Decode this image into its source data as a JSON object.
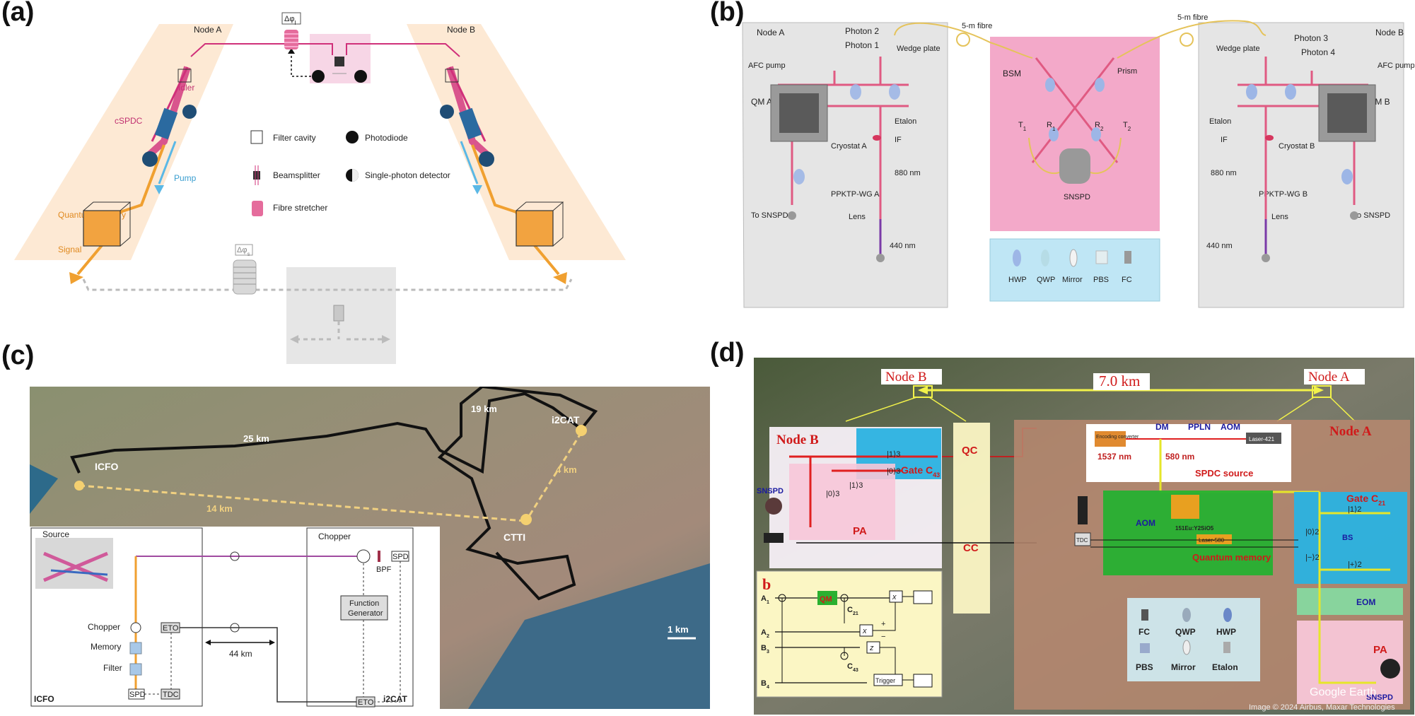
{
  "panel_labels": {
    "a": "(a)",
    "b": "(b)",
    "c": "(c)",
    "d": "(d)"
  },
  "a": {
    "node_a": "Node A",
    "node_b": "Node B",
    "idler": "Idler",
    "cspdc": "cSPDC",
    "pump": "Pump",
    "quantum_memory": "Quantum memory",
    "signal": "Signal",
    "phase_top": "Δφ",
    "phase_top_sub": "I",
    "phase_bottom": "Δφ",
    "phase_bottom_sub": "s",
    "legend": {
      "filter_cavity": "Filter cavity",
      "beamsplitter": "Beamsplitter",
      "fibre_stretcher": "Fibre stretcher",
      "photodiode": "Photodiode",
      "spd": "Single-photon detector"
    }
  },
  "b": {
    "node_a": "Node A",
    "node_b": "Node B",
    "photon1": "Photon 1",
    "photon2": "Photon 2",
    "photon3": "Photon 3",
    "photon4": "Photon 4",
    "wedge_a": "Wedge plate",
    "wedge_b": "Wedge plate",
    "afc_a": "AFC pump",
    "afc_b": "AFC pump",
    "qm_a": "QM A",
    "qm_b": "QM B",
    "cryo_a": "Cryostat A",
    "cryo_b": "Cryostat B",
    "etalon_a": "Etalon",
    "etalon_b": "Etalon",
    "if_a": "IF",
    "if_b": "IF",
    "nm880_a": "880 nm",
    "nm880_b": "880 nm",
    "ppktp_a": "PPKTP-WG A",
    "ppktp_b": "PPKTP-WG B",
    "lens_a": "Lens",
    "lens_b": "Lens",
    "nm440_a": "440 nm",
    "nm440_b": "440 nm",
    "to_snspd_a": "To SNSPD",
    "to_snspd_b": "to SNSPD",
    "fibre_left": "5-m fibre",
    "fibre_right": "5-m fibre",
    "bsm": "BSM",
    "prism": "Prism",
    "snspd": "SNSPD",
    "t1": "T",
    "t1s": "1",
    "r1": "R",
    "r1s": "1",
    "r2": "R",
    "r2s": "2",
    "t2": "T",
    "t2s": "2",
    "legend": {
      "hwp": "HWP",
      "qwp": "QWP",
      "mirror": "Mirror",
      "pbs": "PBS",
      "fc": "FC"
    }
  },
  "c": {
    "icfo": "ICFO",
    "i2cat": "i2CAT",
    "ctti": "CTTI",
    "km25": "25 km",
    "km19": "19 km",
    "km4": "4 km",
    "km14": "14 km",
    "scale": "1 km",
    "source": "Source",
    "chopper_left": "Chopper",
    "memory": "Memory",
    "filter": "Filter",
    "spd_left": "SPD",
    "tdc": "TDC",
    "eto_left": "ETO",
    "eto_right": "ETO",
    "distance": "44 km",
    "chopper_right": "Chopper",
    "bpf": "BPF",
    "spd_right": "SPD",
    "function_generator_1": "Function",
    "function_generator_2": "Generator",
    "icfo_box": "ICFO",
    "i2cat_box": "i2CAT"
  },
  "d": {
    "node_b_top": "Node B",
    "node_a_top": "Node A",
    "distance": "7.0 km",
    "node_b": "Node B",
    "node_a": "Node A",
    "gate_c43": "Gate C",
    "gate_c43_sub": "43",
    "gate_c21": "Gate C",
    "gate_c21_sub": "21",
    "snspd_left": "SNSPD",
    "pa_left": "PA",
    "qc": "QC",
    "cc": "CC",
    "encoding": "Encoding converter",
    "dm": "DM",
    "ppln": "PPLN",
    "aom_top": "AOM",
    "laser421": "Laser-421",
    "nm1537": "1537 nm",
    "nm580": "580 nm",
    "spdc_source": "SPDC source",
    "aom_mid": "AOM",
    "crystal": "151Eu:Y2SiO5",
    "laser580": "Laser-580",
    "quantum_memory": "Quantum memory",
    "bs": "BS",
    "eom": "EOM",
    "pa_right": "PA",
    "snspd_right": "SNSPD",
    "tdc": "TDC",
    "ket1_3": "|1⟩3",
    "ket0_3": "|0⟩3",
    "ket0_3b": "|0⟩3",
    "ket1_3b": "|1⟩3",
    "ket1_2": "|1⟩2",
    "ket0_2": "|0⟩2",
    "ketm_2": "|−⟩2",
    "ketp_2": "|+⟩2",
    "inset": {
      "label": "b",
      "qm": "QM",
      "a1": "A",
      "a1s": "1",
      "a2": "A",
      "a2s": "2",
      "b3": "B",
      "b3s": "3",
      "b4": "B",
      "b4s": "4",
      "c21": "C",
      "c21s": "21",
      "c43": "C",
      "c43s": "43",
      "x": "x",
      "z": "z",
      "plus": "+",
      "minus": "−",
      "trigger": "Trigger"
    },
    "legend": {
      "fc": "FC",
      "qwp": "QWP",
      "hwp": "HWP",
      "pbs": "PBS",
      "mirror": "Mirror",
      "etalon": "Etalon"
    },
    "watermark": "Google Earth",
    "credit": "Image © 2024 Airbus, Maxar Technologies"
  }
}
